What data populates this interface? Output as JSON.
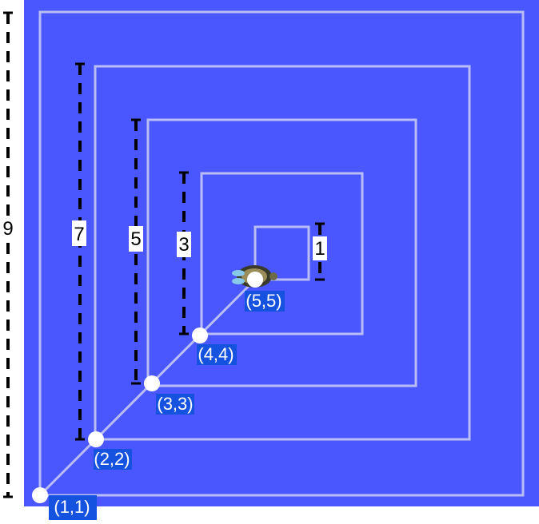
{
  "diagram": {
    "colors": {
      "background": "#4a57ff",
      "spiral": "#b8bdf6",
      "point": "#ffffff",
      "label_bg": "#1652e0",
      "label_text": "#ffffff",
      "dimension": "#000000"
    },
    "points": [
      {
        "label": "(1,1)"
      },
      {
        "label": "(2,2)"
      },
      {
        "label": "(3,3)"
      },
      {
        "label": "(4,4)"
      },
      {
        "label": "(5,5)"
      }
    ],
    "dimensions": [
      {
        "label": "9"
      },
      {
        "label": "7"
      },
      {
        "label": "5"
      },
      {
        "label": "3"
      },
      {
        "label": "1"
      }
    ],
    "turtle_icon": "turtle-icon"
  }
}
